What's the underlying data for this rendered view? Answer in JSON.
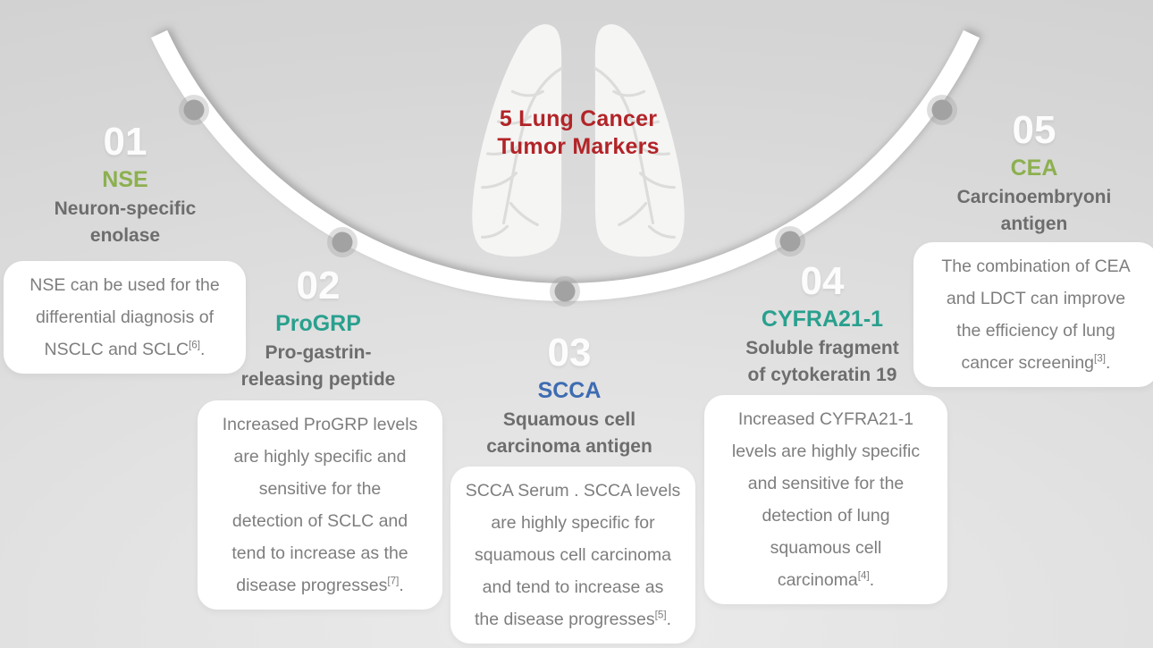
{
  "title": {
    "lines": [
      "5 Lung Cancer",
      "Tumor Markers"
    ],
    "color": "#b22428"
  },
  "markers": [
    {
      "number": "01",
      "name": "NSE",
      "accent_color": "#8cb04f",
      "subtitle_lines": [
        "Neuron-specific",
        "enolase"
      ],
      "card": {
        "lines": [
          "NSE can be used for the",
          "differential diagnosis of"
        ],
        "last_line": {
          "text": "NSCLC and SCLC",
          "ref": "[6]",
          "tail": "."
        }
      }
    },
    {
      "number": "02",
      "name": "ProGRP",
      "accent_color": "#29a08e",
      "subtitle_lines": [
        "Pro-gastrin-",
        "releasing peptide"
      ],
      "card": {
        "lines": [
          "Increased ProGRP levels",
          "are highly specific and",
          "sensitive for the",
          "detection of SCLC and",
          "tend to increase as the"
        ],
        "last_line": {
          "text": "disease progresses",
          "ref": "[7]",
          "tail": "."
        }
      }
    },
    {
      "number": "03",
      "name": "SCCA",
      "accent_color": "#3e6cb2",
      "subtitle_lines": [
        "Squamous cell",
        "carcinoma antigen"
      ],
      "card": {
        "lines": [
          "SCCA Serum . SCCA levels",
          "are highly specific for",
          "squamous cell carcinoma",
          "and tend to increase as"
        ],
        "last_line": {
          "text": "the disease progresses",
          "ref": "[5]",
          "tail": "."
        }
      }
    },
    {
      "number": "04",
      "name": "CYFRA21-1",
      "accent_color": "#29a08e",
      "subtitle_lines": [
        "Soluble fragment",
        "of cytokeratin 19"
      ],
      "card": {
        "lines": [
          "Increased CYFRA21-1",
          "levels are highly specific",
          "and sensitive for the",
          "detection of lung",
          "squamous cell"
        ],
        "last_line": {
          "text": "carcinoma",
          "ref": "[4]",
          "tail": "."
        }
      }
    },
    {
      "number": "05",
      "name": "CEA",
      "accent_color": "#8cb04f",
      "subtitle_lines": [
        "Carcinoembryoni",
        "antigen"
      ],
      "card": {
        "lines": [
          "The combination of CEA",
          "and LDCT can improve",
          "the efficiency of lung"
        ],
        "last_line": {
          "text": "cancer screening",
          "ref": "[3]",
          "tail": "."
        }
      }
    }
  ]
}
